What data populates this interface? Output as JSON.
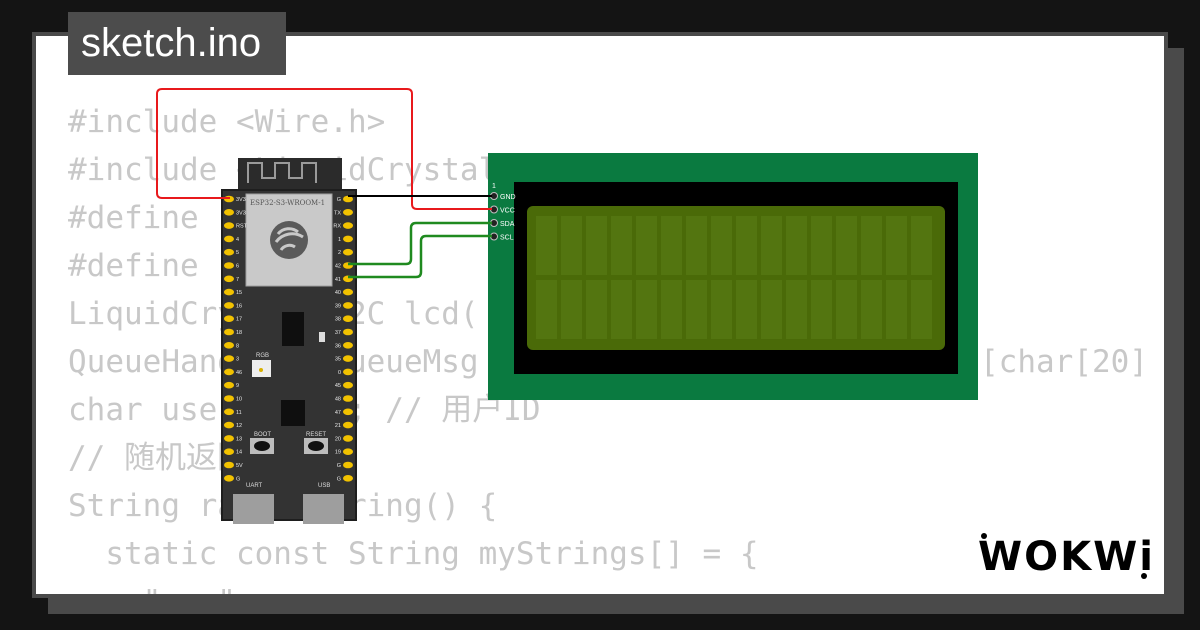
{
  "tab": {
    "filename": "sketch.ino"
  },
  "code_lines": [
    "#include <Wire.h>",
    "#include <LiquidCrystal_I2C.h>",
    "#define",
    "#define",
    "LiquidCrystal_I2C lcd(",
    "QueueHandle_t queueMsg",
    "char user = 'A'; // 用户ID",
    "// 随机返回字符串",
    "String randomString() {",
    "  static const String myStrings[] = {",
    "    \"...\""
  ],
  "code_fragment_right": "[char[20]",
  "board": {
    "module_label": "ESP32-S3-WROOM-1",
    "rgb_label": "RGB",
    "boot_label": "BOOT",
    "reset_label": "RESET",
    "uart_label": "UART",
    "usb_label": "USB",
    "left_pins": [
      "3V3",
      "3V3",
      "RST",
      "4",
      "5",
      "6",
      "7",
      "15",
      "16",
      "17",
      "18",
      "8",
      "3",
      "46",
      "9",
      "10",
      "11",
      "12",
      "13",
      "14",
      "5V",
      "G"
    ],
    "right_pins": [
      "G",
      "TX",
      "RX",
      "1",
      "2",
      "42",
      "41",
      "40",
      "39",
      "38",
      "37",
      "36",
      "35",
      "0",
      "45",
      "48",
      "47",
      "21",
      "20",
      "19",
      "G",
      "G"
    ]
  },
  "lcd": {
    "pin_one": "1",
    "pins": [
      "GND",
      "VCC",
      "SDA",
      "SCL"
    ],
    "columns": 16,
    "rows": 2
  },
  "colors": {
    "wire_power": "#e8191c",
    "wire_ground": "#000000",
    "wire_i2c": "#1f8a1f",
    "lcd_pcb": "#0a7a40",
    "lcd_screen": "#4a6a08",
    "board": "#333333",
    "pin": "#f2c200"
  },
  "logo": {
    "text": "WOKWi"
  }
}
